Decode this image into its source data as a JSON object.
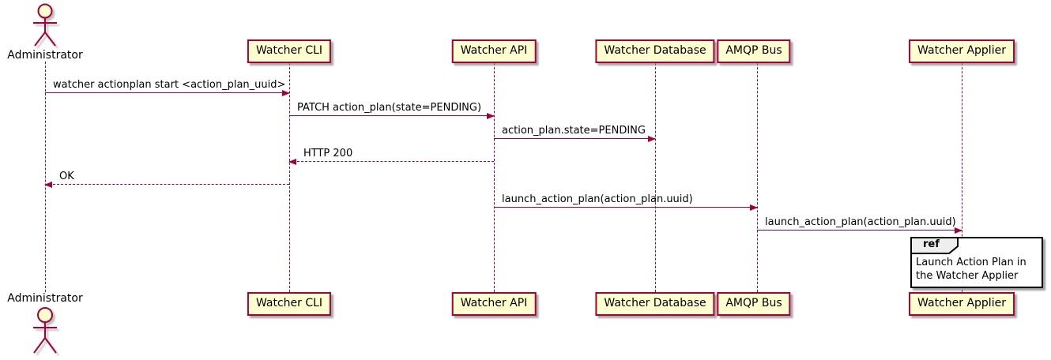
{
  "diagram": {
    "type": "sequence-diagram",
    "colors": {
      "accent": "#A80036",
      "participant_fill": "#FEFECE",
      "ref_tab_fill": "#EEEEEE",
      "ref_border": "#000000",
      "background": "#FFFFFF",
      "text": "#000000"
    }
  },
  "actor": {
    "label": "Administrator"
  },
  "participants": [
    {
      "label": "Watcher CLI"
    },
    {
      "label": "Watcher API"
    },
    {
      "label": "Watcher Database"
    },
    {
      "label": "AMQP Bus"
    },
    {
      "label": "Watcher Applier"
    }
  ],
  "messages": [
    {
      "from": "Administrator",
      "to": "Watcher CLI",
      "label": "watcher actionplan start <action_plan_uuid>",
      "style": "solid"
    },
    {
      "from": "Watcher CLI",
      "to": "Watcher API",
      "label": "PATCH action_plan(state=PENDING)",
      "style": "solid"
    },
    {
      "from": "Watcher API",
      "to": "Watcher Database",
      "label": "action_plan.state=PENDING",
      "style": "solid"
    },
    {
      "from": "Watcher API",
      "to": "Watcher CLI",
      "label": "HTTP 200",
      "style": "dashed"
    },
    {
      "from": "Watcher CLI",
      "to": "Administrator",
      "label": "OK",
      "style": "dashed"
    },
    {
      "from": "Watcher API",
      "to": "AMQP Bus",
      "label": "launch_action_plan(action_plan.uuid)",
      "style": "solid"
    },
    {
      "from": "AMQP Bus",
      "to": "Watcher Applier",
      "label": "launch_action_plan(action_plan.uuid)",
      "style": "solid"
    }
  ],
  "ref": {
    "keyword": "ref",
    "text": "Launch Action Plan in the Watcher Applier"
  }
}
